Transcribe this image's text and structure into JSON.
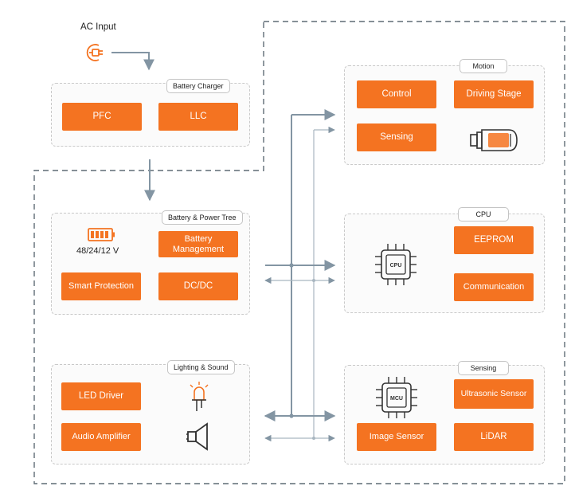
{
  "ac_input_label": "AC Input",
  "groups": {
    "battery_charger": {
      "label": "Battery Charger",
      "blocks": {
        "pfc": "PFC",
        "llc": "LLC"
      }
    },
    "battery_power_tree": {
      "label": "Battery & Power Tree",
      "voltage": "48/24/12 V",
      "blocks": {
        "battery_management": "Battery Management",
        "smart_protection": "Smart Protection",
        "dcdc": "DC/DC"
      }
    },
    "lighting_sound": {
      "label": "Lighting & Sound",
      "blocks": {
        "led_driver": "LED Driver",
        "audio_amplifier": "Audio Amplifier"
      }
    },
    "motion": {
      "label": "Motion",
      "blocks": {
        "control": "Control",
        "driving_stage": "Driving Stage",
        "sensing": "Sensing"
      }
    },
    "cpu": {
      "label": "CPU",
      "chip_text": "CPU",
      "blocks": {
        "eeprom": "EEPROM",
        "communication": "Communication"
      }
    },
    "sensing": {
      "label": "Sensing",
      "chip_text": "MCU",
      "blocks": {
        "ultrasonic_sensor": "Ultrasonic Sensor",
        "image_sensor": "Image Sensor",
        "lidar": "LiDAR"
      }
    }
  },
  "icons": [
    "plug-icon",
    "battery-icon",
    "led-icon",
    "speaker-icon",
    "motor-icon",
    "cpu-chip-icon",
    "mcu-chip-icon"
  ],
  "colors": {
    "accent": "#f47321",
    "line": "#8395a3",
    "border": "#5f6b75"
  }
}
